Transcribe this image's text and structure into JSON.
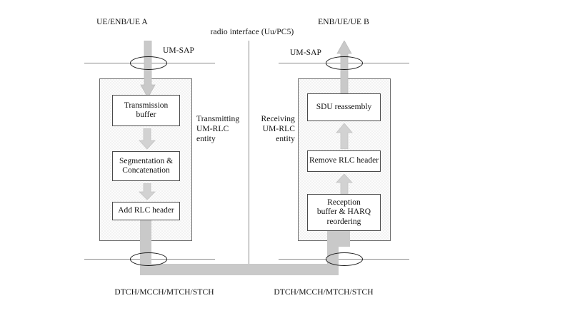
{
  "diagram": {
    "title_left": "UE/ENB/UE A",
    "title_right": "ENB/UE/UE B",
    "radio_interface": "radio interface (Uu/PC5)",
    "sap_left": "UM-SAP",
    "sap_right": "UM-SAP",
    "entity_left_label": "Transmitting\nUM-RLC\nentity",
    "entity_right_label": "Receiving\nUM-RLC\nentity",
    "channel_left": "DTCH/MCCH/MTCH/STCH",
    "channel_right": "DTCH/MCCH/MTCH/STCH",
    "transmitting_blocks": [
      {
        "id": "transmission-buffer",
        "label": "Transmission\nbuffer"
      },
      {
        "id": "segmentation-concatenation",
        "label": "Segmentation &\nConcatenation"
      },
      {
        "id": "add-rlc-header",
        "label": "Add RLC header"
      }
    ],
    "receiving_blocks": [
      {
        "id": "sdu-reassembly",
        "label": "SDU reassembly"
      },
      {
        "id": "remove-rlc-header",
        "label": "Remove RLC header"
      },
      {
        "id": "reception-buffer-harq-reordering",
        "label": "Reception\nbuffer & HARQ\nreordering"
      }
    ],
    "colors": {
      "arrow_fill": "#c9c9c9",
      "arrow_stroke": "#bdbdbd",
      "entity_border": "#6b6b6b",
      "entity_fill": "#f2f2f2",
      "box_border": "#4a4a4a",
      "line": "#8a8a8a",
      "text": "#111111",
      "background": "#ffffff"
    }
  }
}
